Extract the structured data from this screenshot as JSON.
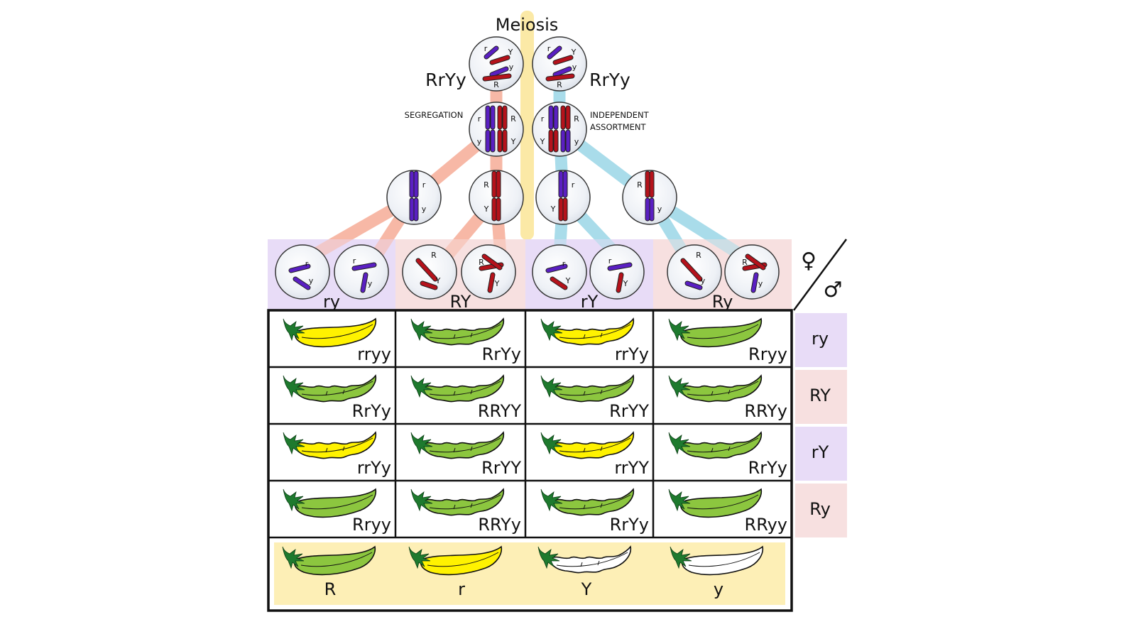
{
  "title": "Meiosis",
  "parent_genotype_left": "RrYy",
  "parent_genotype_right": "RrYy",
  "process_labels": {
    "left": "SEGREGATION",
    "right_line1": "INDEPENDENT",
    "right_line2": "ASSORTMENT"
  },
  "colors": {
    "r_allele_chromosome": "#5a1fc2",
    "R_allele_chromosome": "#b5121b",
    "segregation_band": "#f7b8a6",
    "assortment_band": "#a9dcea",
    "meiosis_band": "#fbe9a6",
    "lavender_section": "#e8dcf7",
    "pink_section": "#f7e0e0",
    "legend_bg": "#fdefb6",
    "pod_green": "#8cc63f",
    "pod_yellow": "#fff200",
    "pod_white": "#ffffff",
    "calyx_green": "#1e7a2e"
  },
  "cells": {
    "parent_left": {
      "chromosomes": [
        {
          "allele": "r"
        },
        {
          "allele": "Y"
        },
        {
          "allele": "y"
        },
        {
          "allele": "R"
        }
      ]
    },
    "parent_right": {
      "chromosomes": [
        {
          "allele": "r"
        },
        {
          "allele": "Y"
        },
        {
          "allele": "y"
        },
        {
          "allele": "R"
        }
      ]
    },
    "metaphase_left": {
      "top_left": "r",
      "top_right": "R",
      "bottom_left": "y",
      "bottom_right": "Y"
    },
    "metaphase_right": {
      "top_left": "r",
      "top_right": "R",
      "bottom_left": "Y",
      "bottom_right": "y"
    },
    "daughters": [
      {
        "top": "r",
        "bottom": "y"
      },
      {
        "top": "R",
        "bottom": "Y"
      },
      {
        "top": "r",
        "bottom": "Y"
      },
      {
        "top": "R",
        "bottom": "y"
      }
    ]
  },
  "sex_symbols": {
    "female": "♀",
    "male": "♂"
  },
  "gametes": [
    {
      "label": "ry",
      "alleles": [
        "r",
        "y"
      ]
    },
    {
      "label": "RY",
      "alleles": [
        "R",
        "Y"
      ]
    },
    {
      "label": "rY",
      "alleles": [
        "r",
        "Y"
      ]
    },
    {
      "label": "Ry",
      "alleles": [
        "R",
        "y"
      ]
    }
  ],
  "row_gametes": [
    "ry",
    "RY",
    "rY",
    "Ry"
  ],
  "punnett": [
    [
      {
        "genotype": "rryy",
        "color": "yellow",
        "shape": "smooth"
      },
      {
        "genotype": "RrYy",
        "color": "green",
        "shape": "constricted"
      },
      {
        "genotype": "rrYy",
        "color": "yellow",
        "shape": "constricted"
      },
      {
        "genotype": "Rryy",
        "color": "green",
        "shape": "smooth"
      }
    ],
    [
      {
        "genotype": "RrYy",
        "color": "green",
        "shape": "constricted"
      },
      {
        "genotype": "RRYY",
        "color": "green",
        "shape": "constricted"
      },
      {
        "genotype": "RrYY",
        "color": "green",
        "shape": "constricted"
      },
      {
        "genotype": "RRYy",
        "color": "green",
        "shape": "constricted"
      }
    ],
    [
      {
        "genotype": "rrYy",
        "color": "yellow",
        "shape": "constricted"
      },
      {
        "genotype": "RrYY",
        "color": "green",
        "shape": "constricted"
      },
      {
        "genotype": "rrYY",
        "color": "yellow",
        "shape": "constricted"
      },
      {
        "genotype": "RrYy",
        "color": "green",
        "shape": "constricted"
      }
    ],
    [
      {
        "genotype": "Rryy",
        "color": "green",
        "shape": "smooth"
      },
      {
        "genotype": "RRYy",
        "color": "green",
        "shape": "constricted"
      },
      {
        "genotype": "RrYy",
        "color": "green",
        "shape": "constricted"
      },
      {
        "genotype": "RRyy",
        "color": "green",
        "shape": "smooth"
      }
    ]
  ],
  "legend": [
    {
      "allele": "R",
      "meaning_color": "green",
      "shape": "smooth"
    },
    {
      "allele": "r",
      "meaning_color": "yellow",
      "shape": "smooth"
    },
    {
      "allele": "Y",
      "meaning_color": "white",
      "shape": "constricted"
    },
    {
      "allele": "y",
      "meaning_color": "white",
      "shape": "smooth"
    }
  ]
}
